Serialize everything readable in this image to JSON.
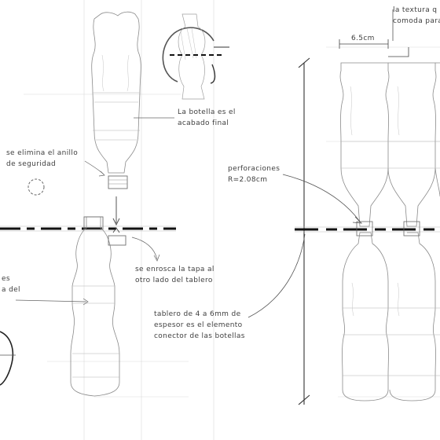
{
  "labels": {
    "bottle_finish": [
      "La botella es el",
      "acabado final"
    ],
    "ring_removed": [
      "se elimina el anillo",
      "de seguridad"
    ],
    "screw_cap": [
      "se enrosca la tapa al",
      "otro lado del tablero"
    ],
    "board": [
      "tablero de 4 a 6mm de",
      "espesor es el elemento",
      "conector de las botellas"
    ],
    "perforations": [
      "perforaciones",
      "R=2.08cm"
    ],
    "texture": [
      "la textura q",
      "comoda para"
    ],
    "width_dim": "6.5cm",
    "left_cut": [
      "es",
      "a del"
    ]
  },
  "colors": {
    "ink": "#3a3a3a",
    "sketch": "#8a8a8a",
    "faint": "#c4c4c4"
  }
}
